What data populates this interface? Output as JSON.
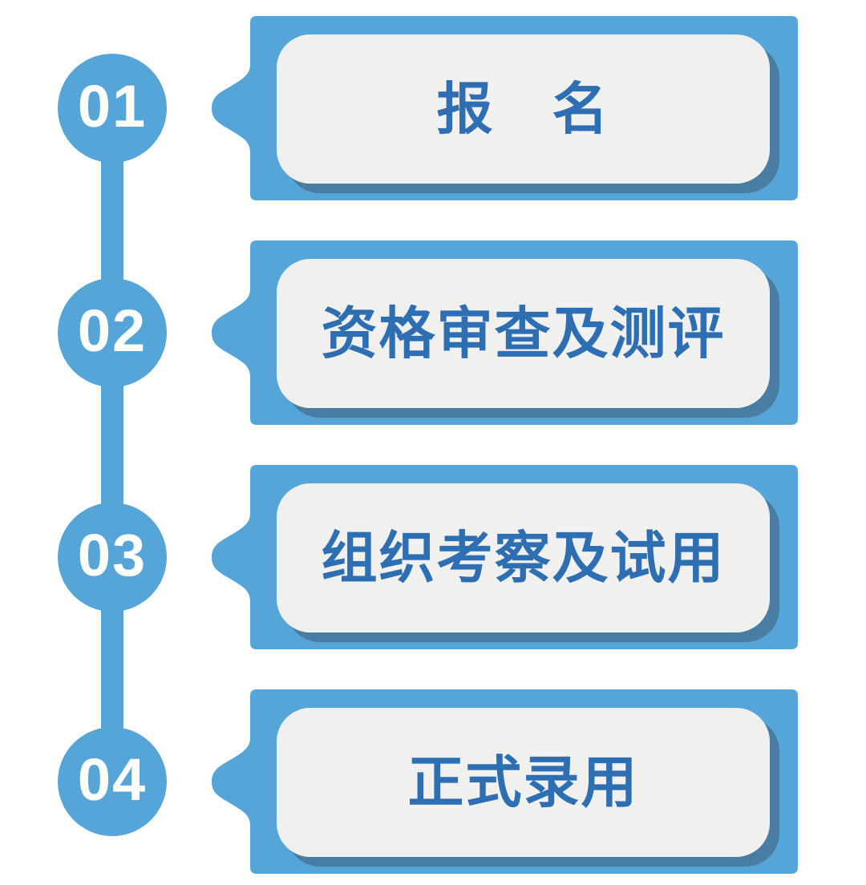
{
  "colors": {
    "accent": "#55a5d8",
    "shadow": "#4a7da4",
    "panel": "#f0f0ee",
    "text": "#2e6fb3",
    "bg": "#ffffff"
  },
  "steps": [
    {
      "number": "01",
      "label": "报　名"
    },
    {
      "number": "02",
      "label": "资格审查及测评"
    },
    {
      "number": "03",
      "label": "组织考察及试用"
    },
    {
      "number": "04",
      "label": "正式录用"
    }
  ]
}
